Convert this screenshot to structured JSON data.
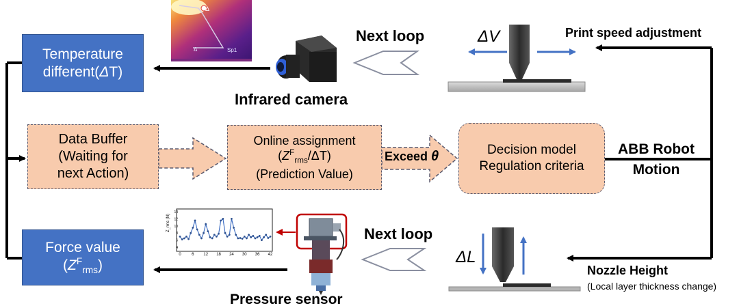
{
  "boxes": {
    "temperature": {
      "line1": "Temperature",
      "line2_text": "different(",
      "line2_symbol": "Δ",
      "line2_unit": "T)"
    },
    "force": {
      "line1": "Force value",
      "open": "(",
      "var": "Z",
      "sup": "F",
      "sub": "rms",
      "close": ")"
    },
    "buffer": {
      "line1": "Data Buffer",
      "line2": "(Waiting for",
      "line3": "next Action)"
    },
    "assignment": {
      "line1": "Online assignment",
      "open": "(",
      "var": "Z",
      "sup": "F",
      "sub": "rms",
      "rest": "/ΔT)",
      "line3": "(Prediction Value)"
    },
    "decision": {
      "line1": "Decision model",
      "line2": "Regulation criteria"
    }
  },
  "labels": {
    "next_loop_top": "Next loop",
    "next_loop_bottom": "Next loop",
    "infrared": "Infrared camera",
    "pressure": "Pressure sensor",
    "print_speed": "Print speed adjustment",
    "abb_line1": "ABB Robot",
    "abb_line2": "Motion",
    "nozzle_height": "Nozzle Height",
    "layer_note": "(Local layer thickness change)",
    "exceed": "Exceed ",
    "theta": "θ",
    "delta_v": "ΔV",
    "delta_l": "ΔL"
  },
  "thermal_labels": {
    "a": "Δ",
    "b": "Δ",
    "c": "Sp1"
  },
  "mini_chart": {
    "ylabel": "Z_rms (N)",
    "x_ticks": [
      "0",
      "6",
      "12",
      "18",
      "24",
      "30",
      "36",
      "42"
    ],
    "y_ticks": [
      "4",
      "6",
      "8",
      "10",
      "12",
      "14"
    ]
  },
  "chart_data": {
    "type": "line",
    "x": [
      0,
      1,
      2,
      3,
      4,
      5,
      6,
      7,
      8,
      9,
      10,
      11,
      12,
      13,
      14,
      15,
      16,
      17,
      18,
      19,
      20,
      21,
      22,
      23,
      24,
      25,
      26,
      27,
      28,
      29,
      30,
      31,
      32,
      33,
      34,
      35,
      36,
      37,
      38,
      39,
      40,
      41,
      42
    ],
    "values": [
      7,
      6.2,
      6.5,
      7,
      6.3,
      8,
      9.5,
      11.5,
      9,
      7.5,
      6.5,
      8,
      10.5,
      8.5,
      6.8,
      6.5,
      7.5,
      7,
      7.8,
      11.5,
      12,
      8,
      7,
      7.5,
      12,
      9.5,
      7.5,
      6.5,
      6.6,
      6.4,
      7,
      6.5,
      7.5,
      6.8,
      7.2,
      6.5,
      6.8,
      7.2,
      6,
      6.8,
      7.5,
      6.6,
      7
    ],
    "xlim": [
      0,
      42
    ],
    "ylim": [
      4,
      14
    ],
    "xlabel": "",
    "ylabel": "Z_rms (N)",
    "title": ""
  },
  "colors": {
    "box_blue": "#4472c4",
    "peach": "#f8cbad",
    "arrow_blue": "#4472c4",
    "red_frame": "#c00000"
  }
}
